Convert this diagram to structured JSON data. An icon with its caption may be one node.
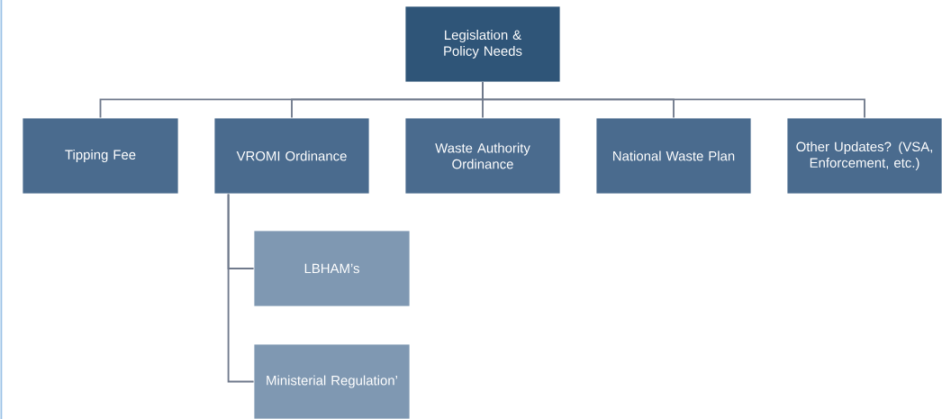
{
  "diagram": {
    "nodes": [
      {
        "text": [
          "Legislation & Policy Needs"
        ]
      },
      {
        "text": [
          "Tipping Fee"
        ]
      },
      {
        "text": [
          "VROMI Ordinance"
        ]
      },
      {
        "text": [
          "Waste Authority Ordinance"
        ]
      },
      {
        "text": [
          "National Waste Plan"
        ]
      },
      {
        "text": [
          "Other Updates? (VSA, Enforcement, etc.)"
        ]
      },
      {
        "text": [
          "LBHAM’s"
        ]
      },
      {
        "text": [
          "Ministerial Regulation’"
        ]
      }
    ],
    "edges": [
      {
        "from": 0,
        "to": 1,
        "arrow": "none"
      },
      {
        "from": 0,
        "to": 2,
        "arrow": "none"
      },
      {
        "from": 0,
        "to": 3,
        "arrow": "none"
      },
      {
        "from": 0,
        "to": 4,
        "arrow": "none"
      },
      {
        "from": 0,
        "to": 5,
        "arrow": "none"
      },
      {
        "from": 2,
        "to": 6,
        "arrow": "none"
      },
      {
        "from": 2,
        "to": 7,
        "arrow": "none"
      }
    ]
  }
}
